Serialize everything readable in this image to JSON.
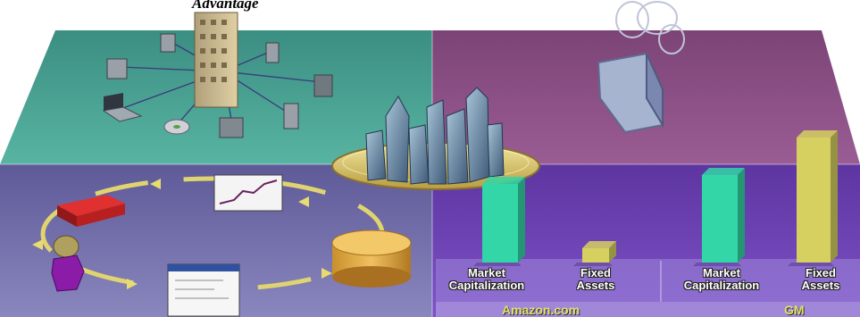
{
  "titles": {
    "left": "Advantage"
  },
  "bar_labels": {
    "amazon_market_cap": "Market\nCapitalization",
    "amazon_fixed_assets": "Fixed\nAssets",
    "gm_market_cap": "Market\nCapitalization",
    "gm_fixed_assets": "Fixed\nAssets"
  },
  "group_labels": {
    "amazon": "Amazon.com",
    "gm": "GM"
  },
  "chart_data": {
    "type": "bar",
    "categories": [
      "Market Capitalization",
      "Fixed Assets",
      "Market Capitalization",
      "Fixed Assets"
    ],
    "groups": [
      "Amazon.com",
      "Amazon.com",
      "GM",
      "GM"
    ],
    "values": [
      88,
      16,
      98,
      140
    ],
    "colors": [
      "#33d6a6",
      "#d6d060",
      "#33d6a6",
      "#d6d060"
    ]
  },
  "colors": {
    "panel_top_left": "#3f9a8a",
    "panel_top_right": "#8a4f86",
    "panel_bottom_left": "#6a64a4",
    "panel_bottom_right": "#6a3fa8",
    "bar_teal": "#33d6a6",
    "bar_yellow": "#d6d060"
  }
}
